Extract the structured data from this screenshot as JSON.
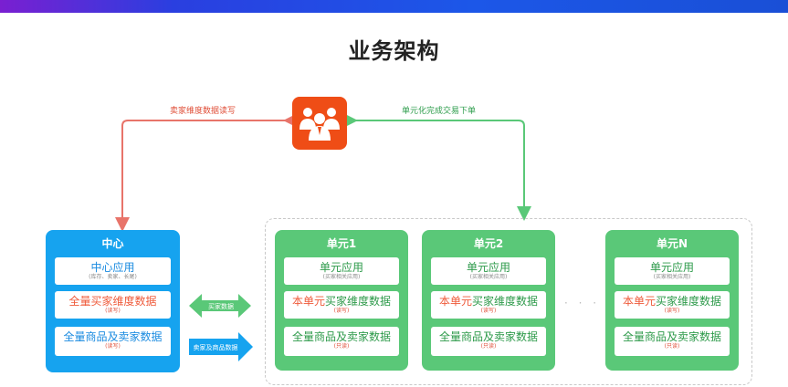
{
  "title": "业务架构",
  "top_left_label": "卖家维度数据读写",
  "top_right_label": "单元化完成交易下单",
  "arrow_buyer": "买家数据",
  "arrow_goods": "卖家及商品数据",
  "center": {
    "title": "中心",
    "app_title": "中心应用",
    "app_sub": "(库存、卖家、长尾)",
    "buyer_title": "全量买家维度数据",
    "buyer_sub": "(读写)",
    "goods_title": "全量商品及卖家数据",
    "goods_sub": "(读写)"
  },
  "units": [
    {
      "title": "单元1",
      "app_title": "单元应用",
      "app_sub": "(买家相关应用)",
      "buyer_hl": "本单元",
      "buyer_rest": "买家维度数据",
      "buyer_sub": "(读写)",
      "goods_title": "全量商品及卖家数据",
      "goods_sub": "(只读)"
    },
    {
      "title": "单元2",
      "app_title": "单元应用",
      "app_sub": "(买家相关应用)",
      "buyer_hl": "本单元",
      "buyer_rest": "买家维度数据",
      "buyer_sub": "(读写)",
      "goods_title": "全量商品及卖家数据",
      "goods_sub": "(只读)"
    },
    {
      "title": "单元N",
      "app_title": "单元应用",
      "app_sub": "(买家相关应用)",
      "buyer_hl": "本单元",
      "buyer_rest": "买家维度数据",
      "buyer_sub": "(读写)",
      "goods_title": "全量商品及卖家数据",
      "goods_sub": "(只读)"
    }
  ],
  "ellipsis": "· · ·",
  "colors": {
    "center": "#16a3ef",
    "unit": "#5ac878",
    "users": "#ef4d16",
    "red_line": "#e8746a",
    "green_line": "#5ac878"
  }
}
